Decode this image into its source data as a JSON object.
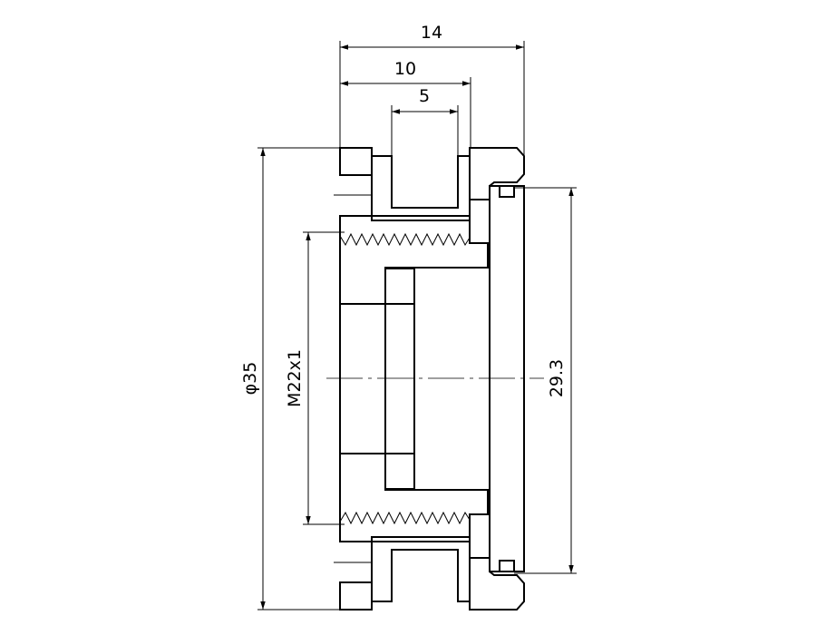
{
  "drawing": {
    "title": "Threaded adapter cross-section",
    "dimensions": {
      "overall_width": "14",
      "body_width": "10",
      "groove_width": "5",
      "outer_diameter": "φ35",
      "thread": "M22x1",
      "inner_diameter": "29.3"
    },
    "colors": {
      "line": "#000000",
      "background": "#ffffff"
    }
  }
}
